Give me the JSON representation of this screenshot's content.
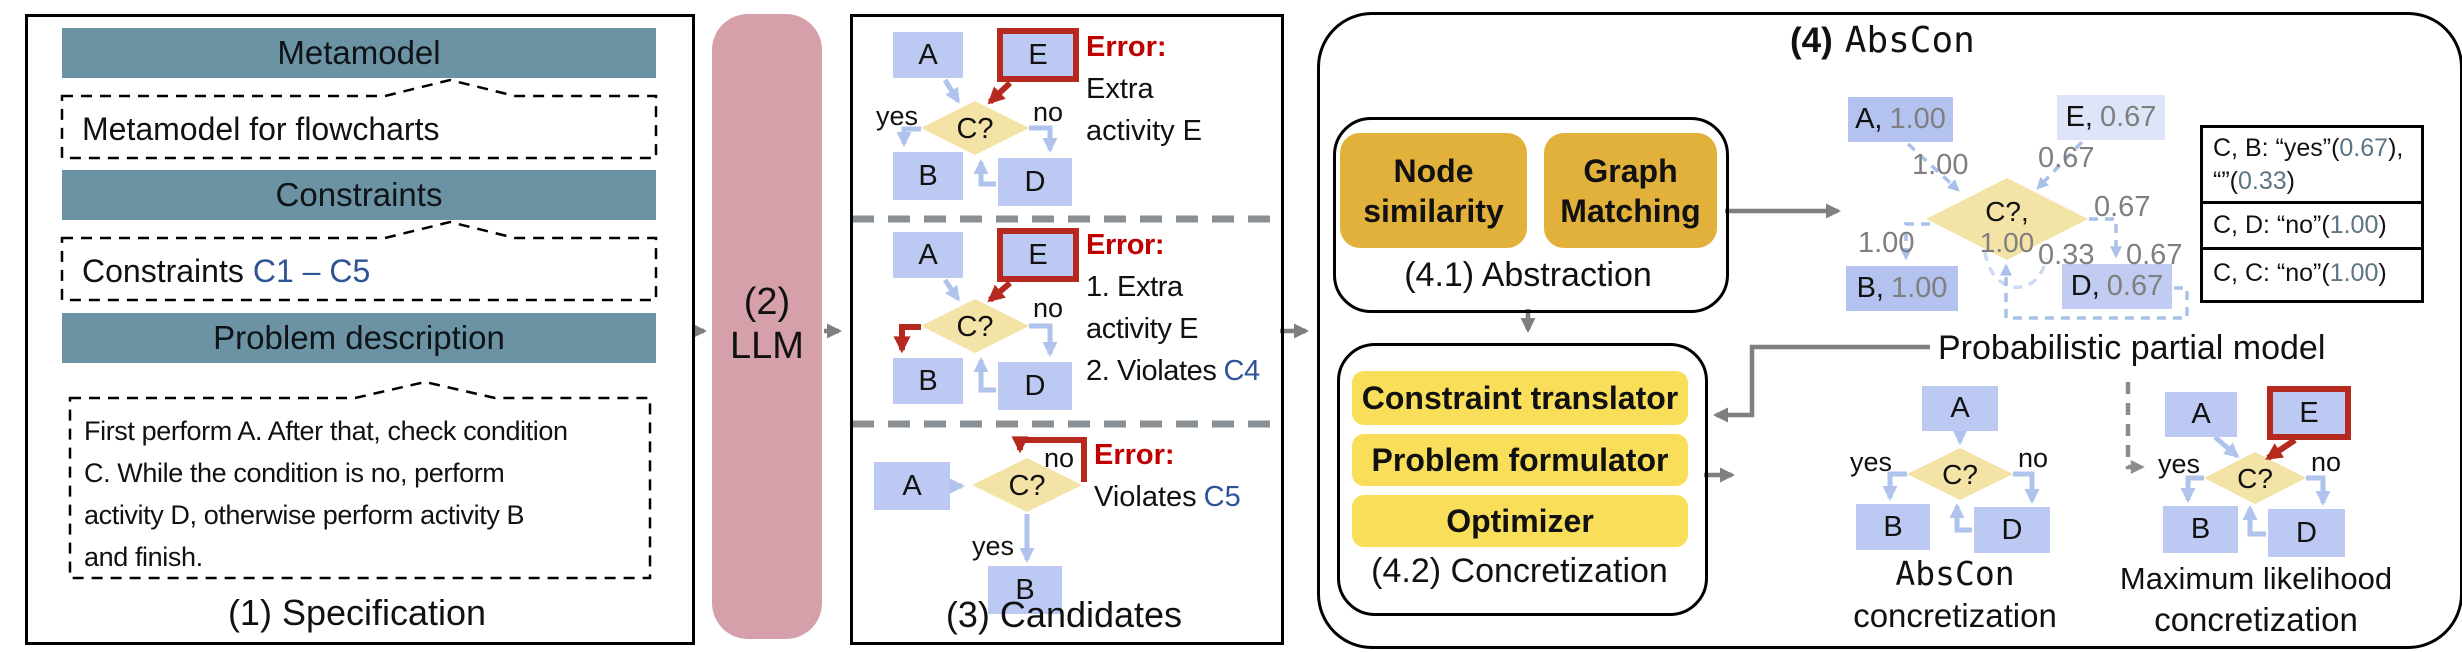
{
  "nodes": {
    "a": "A",
    "b": "B",
    "c": "C?",
    "d": "D",
    "e": "E",
    "yes": "yes",
    "no": "no"
  },
  "spec": {
    "metamodel_header": "Metamodel",
    "metamodel_value": "Metamodel for flowcharts",
    "constraints_header": "Constraints",
    "constraints_prefix": "Constraints",
    "constraints_range": "C1 – C5",
    "problem_header": "Problem description",
    "problem_lines": [
      "First perform A. After that, check condition",
      "C. While the condition is no, perform",
      "activity D, otherwise perform activity B",
      "and finish."
    ],
    "caption": "(1) Specification"
  },
  "llm": {
    "step": "(2)",
    "label": "LLM"
  },
  "candidates": {
    "caption": "(3) Candidates",
    "error_title": "Error:",
    "c1_line1": "Extra",
    "c1_line2": "activity E",
    "c2_line1": "1. Extra",
    "c2_line2": "activity E",
    "c2_line3_prefix": "2. Violates",
    "c2_line3_ref": "C4",
    "c3_line1_prefix": "Violates",
    "c3_line1_ref": "C5"
  },
  "abscon": {
    "title_step": "(4)",
    "title_name": "AbsCon",
    "abstraction": {
      "box1_line1": "Node",
      "box1_line2": "similarity",
      "box2_line1": "Graph",
      "box2_line2": "Matching",
      "caption": "(4.1) Abstraction"
    },
    "concretization": {
      "row1": "Constraint translator",
      "row2": "Problem formulator",
      "row3": "Optimizer",
      "caption": "(4.2) Concretization"
    },
    "pmodel": {
      "label": "Probabilistic partial model",
      "a_name": "A,",
      "a_prob": "1.00",
      "e_name": "E,",
      "e_prob": "0.67",
      "c_name": "C?,",
      "c_prob": "1.00",
      "b_name": "B,",
      "b_prob": "1.00",
      "d_name": "D,",
      "d_prob": "0.67",
      "edge_ac": "1.00",
      "edge_ec": "0.67",
      "edge_cb": "1.00",
      "edge_cd_upper": "0.67",
      "edge_cd_left": "0.33",
      "edge_cd_right": "0.67"
    },
    "legend": {
      "r1p1": "C, B: “yes”(",
      "r1n1": "0.67",
      "r1p2": "),",
      "r1p3": "“”(",
      "r1n2": "0.33",
      "r1p4": ")",
      "r2p1": "C, D: “no”(",
      "r2n1": "1.00",
      "r2p2": ")",
      "r3p1": "C, C: “no”(",
      "r3n1": "1.00",
      "r3p2": ")"
    },
    "abscon_conc": {
      "label1": "AbsCon",
      "label2": "concretization"
    },
    "ml_conc": {
      "label1": "Maximum likelihood",
      "label2": "concretization"
    }
  }
}
